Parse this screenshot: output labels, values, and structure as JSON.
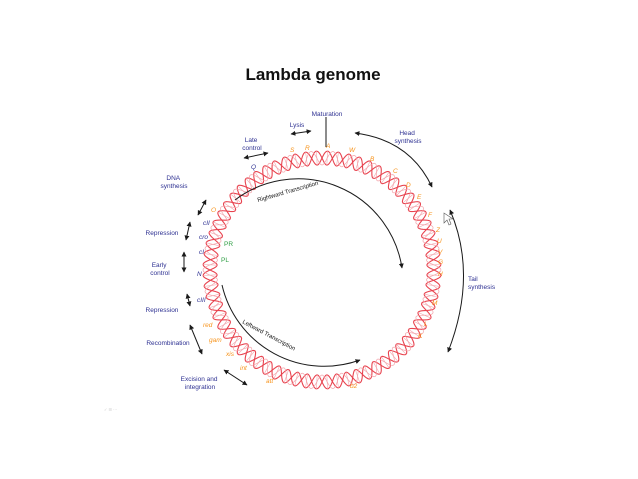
{
  "title": "Lambda genome",
  "transcription": {
    "rightward": "Rightward Transcription",
    "leftward": "Leftward Transcription"
  },
  "functions": {
    "maturation": "Maturation",
    "lysis": "Lysis",
    "late_control": [
      "Late",
      "control"
    ],
    "head_synthesis": [
      "Head",
      "synthesis"
    ],
    "dna_synthesis": [
      "DNA",
      "synthesis"
    ],
    "repression_top": "Repression",
    "early_control": [
      "Early",
      "control"
    ],
    "repression_bottom": "Repression",
    "recombination": "Recombination",
    "excision_integration": [
      "Excision and",
      "integration"
    ],
    "tail_synthesis": [
      "Tail",
      "synthesis"
    ]
  },
  "genes": {
    "S": "S",
    "R": "R",
    "A": "A",
    "W": "W",
    "B": "B",
    "C": "C",
    "D": "D",
    "E": "E",
    "F": "F",
    "Z": "Z",
    "U": "U",
    "V": "V",
    "G": "G",
    "H": "H",
    "M": "M",
    "L": "L",
    "K": "K",
    "Q": "Q",
    "O": "O",
    "cII": "cII",
    "cro": "cro",
    "cI": "cI",
    "N": "N",
    "cIII": "cIII",
    "red": "red",
    "gam": "gam",
    "xis": "xis",
    "int": "int",
    "att": "att",
    "b2": "b2"
  },
  "promoters": {
    "PR": "PR",
    "PL": "PL"
  },
  "footer_mark": "✓ ☰ ⋯",
  "colors": {
    "helix": "#e8434f",
    "helix_light": "#f3a3aa",
    "label_blue": "#2e3192",
    "gene_orange": "#f7941d",
    "gene_blue": "#2e3192",
    "promoter_green": "#2f9e44",
    "arrow": "#1a1a1a"
  }
}
